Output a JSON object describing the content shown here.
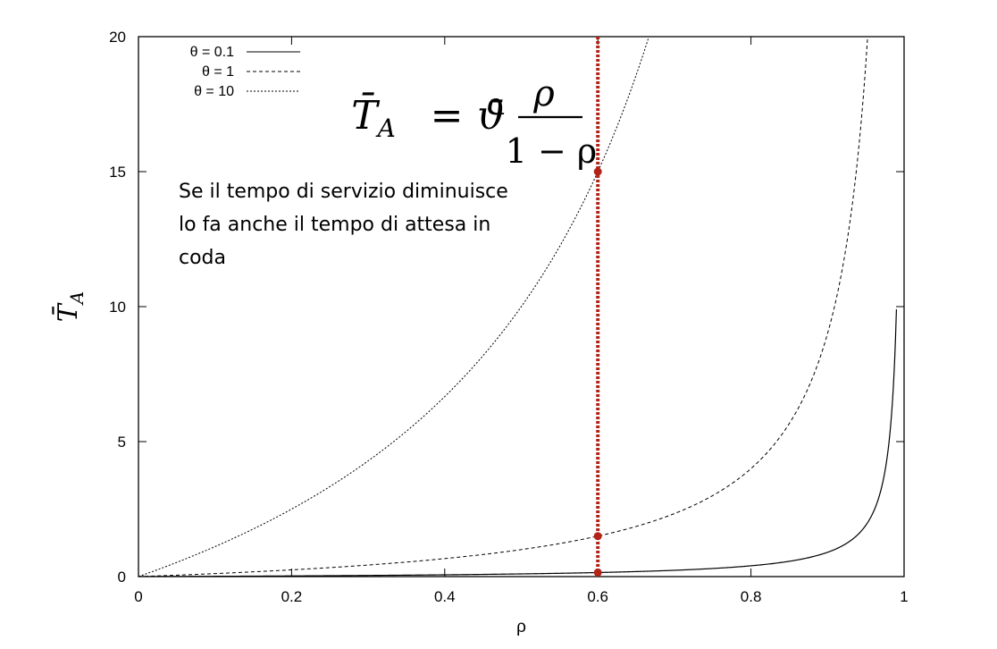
{
  "chart_data": {
    "type": "line",
    "xlabel": "ρ",
    "ylabel": "T̄",
    "ylabel_subscript": "A",
    "xlim": [
      0,
      1
    ],
    "ylim": [
      0,
      20
    ],
    "x_ticks": [
      "0",
      "0.2",
      "0.4",
      "0.6",
      "0.8",
      "1"
    ],
    "y_ticks": [
      "0",
      "5",
      "10",
      "15",
      "20"
    ],
    "grid": false,
    "legend_position": "top-left",
    "function": "T_A = theta * rho / (1 - rho)",
    "x_max_plotted": 0.99,
    "series": [
      {
        "name": "θ = 0.1",
        "theta": 0.1,
        "style": "solid",
        "x": [
          0,
          0.2,
          0.4,
          0.6,
          0.8,
          0.9,
          0.95,
          0.98,
          0.99
        ],
        "y": [
          0,
          0.025,
          0.067,
          0.15,
          0.4,
          0.9,
          1.9,
          4.9,
          9.9
        ]
      },
      {
        "name": "θ = 1",
        "theta": 1,
        "style": "dashed",
        "x": [
          0,
          0.2,
          0.4,
          0.6,
          0.8,
          0.9,
          0.95
        ],
        "y": [
          0,
          0.25,
          0.67,
          1.5,
          4.0,
          9.0,
          19.0
        ]
      },
      {
        "name": "θ = 10",
        "theta": 10,
        "style": "dotted",
        "x": [
          0,
          0.2,
          0.4,
          0.6,
          0.65
        ],
        "y": [
          0,
          2.5,
          6.67,
          15.0,
          18.6
        ]
      }
    ],
    "marker_line": {
      "x": 0.6,
      "color": "#b22418"
    },
    "marker_points": [
      {
        "x": 0.6,
        "y": 15.0
      },
      {
        "x": 0.6,
        "y": 1.5
      },
      {
        "x": 0.6,
        "y": 0.15
      }
    ]
  },
  "formula": {
    "lhs": "T̄",
    "lhs_sub": "A",
    "equals": "=",
    "coef": "ϑ̄",
    "numerator": "ρ",
    "denominator": "1 − ρ"
  },
  "annotation": {
    "lines": [
      "Se il tempo di servizio diminuisce",
      "lo fa anche il tempo di attesa in",
      "coda"
    ]
  }
}
